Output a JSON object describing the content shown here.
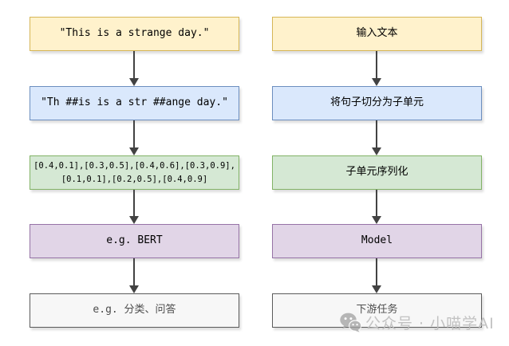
{
  "flow": {
    "left": [
      {
        "label": "\"This is a strange day.\"",
        "color": "yellow"
      },
      {
        "label": "\"Th ##is is a str ##ange day.\"",
        "color": "blue"
      },
      {
        "label": "[0.4,0.1],[0.3,0.5],[0.4,0.6],[0.3,0.9],\n[0.1,0.1],[0.2,0.5],[0.4,0.9]",
        "color": "green"
      },
      {
        "label": "e.g. BERT",
        "color": "purple"
      },
      {
        "label": "e.g. 分类、问答",
        "color": "gray"
      }
    ],
    "right": [
      {
        "label": "输入文本",
        "color": "yellow"
      },
      {
        "label": "将句子切分为子单元",
        "color": "blue"
      },
      {
        "label": "子单元序列化",
        "color": "green"
      },
      {
        "label": "Model",
        "color": "purple"
      },
      {
        "label": "下游任务",
        "color": "gray"
      }
    ]
  },
  "watermark": {
    "text": "公众号 · 小喵学AI",
    "icon": "wechat-icon"
  },
  "palette": {
    "yellow_fill": "#FFF2CC",
    "yellow_border": "#D6B656",
    "blue_fill": "#DAE8FC",
    "blue_border": "#6C8EBF",
    "green_fill": "#D5E8D4",
    "green_border": "#82B366",
    "purple_fill": "#E1D5E7",
    "purple_border": "#9673A6",
    "gray_fill": "#F7F7F7",
    "gray_border": "#666666",
    "arrow_color": "#424242",
    "watermark_color": "#BDBDBD"
  }
}
